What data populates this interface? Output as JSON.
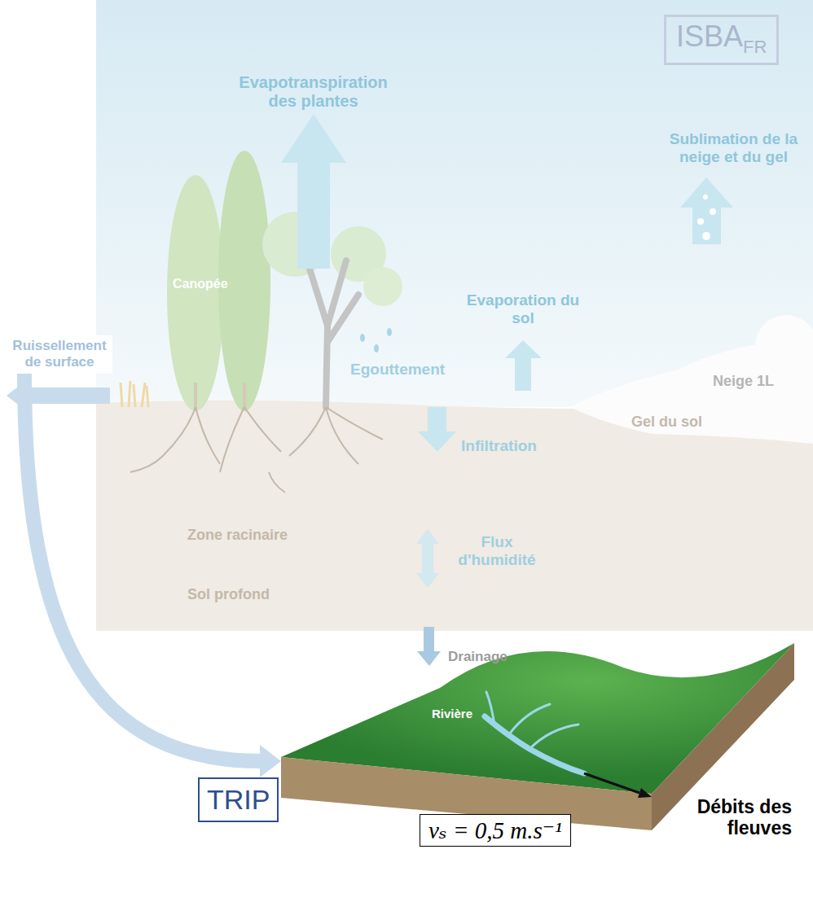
{
  "diagram": {
    "nodes": [
      {
        "text": [
          "ISBA",
          "FR"
        ]
      },
      {
        "text": [
          "Ruissellement de surface"
        ]
      },
      {
        "text": [
          "Rivière"
        ]
      },
      {
        "text": [
          "TRIP"
        ]
      },
      {
        "text": [
          "vₛ = 0,5 m.s⁻¹"
        ]
      }
    ],
    "edges": [
      {
        "from": 1,
        "to": 2,
        "arrow": "to"
      }
    ],
    "labels": [
      "Evapotranspiration des plantes",
      "Sublimation de la neige et du gel",
      "Canopée",
      "Evaporation du sol",
      "Egouttement",
      "Neige 1L",
      "Gel du sol",
      "Infiltration",
      "Zone racinaire",
      "Flux d'humidité",
      "Sol profond",
      "Drainage",
      "Débits des fleuves"
    ]
  }
}
